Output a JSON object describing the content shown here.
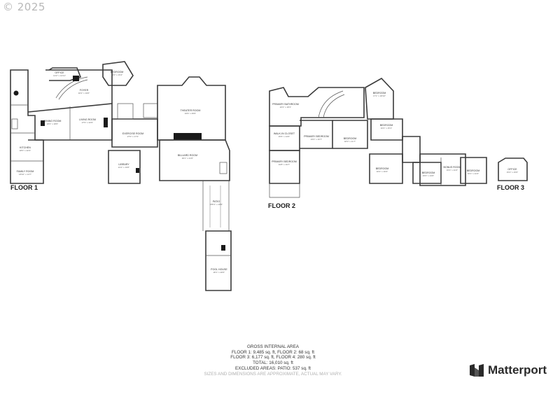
{
  "copyright": "© 2025",
  "floors": [
    {
      "label": "FLOOR 1"
    },
    {
      "label": "FLOOR 2"
    },
    {
      "label": "FLOOR 3"
    }
  ],
  "rooms": {
    "office_f1": {
      "name": "OFFICE",
      "dim": "14'2\" x 14'11\""
    },
    "bedroom_f1": {
      "name": "BEDROOM",
      "dim": "13'0\" x 15'4\""
    },
    "foyer": {
      "name": "FOYER",
      "dim": "16'2\" x 19'0\""
    },
    "living": {
      "name": "LIVING ROOM",
      "dim": "27'0\" x 22'0\""
    },
    "dining": {
      "name": "DINING ROOM",
      "dim": "18'4\" x 18'0\""
    },
    "kitchen": {
      "name": "KITCHEN",
      "dim": "18'0\" x 22'2\""
    },
    "family": {
      "name": "FAMILY ROOM",
      "dim": "18'10\" x 14'7\""
    },
    "exercise": {
      "name": "EXERCISE ROOM",
      "dim": "27'0\" x 17'2\""
    },
    "library": {
      "name": "LIBRARY",
      "dim": "21'2\" x 19'6\""
    },
    "theater": {
      "name": "THEATER ROOM",
      "dim": "34'9\" x 29'0\""
    },
    "billiard": {
      "name": "BILLIARD ROOM",
      "dim": "30'1\" x 21'0\""
    },
    "patio": {
      "name": "PATIO",
      "dim": "155'1\" x 16'9\""
    },
    "pool": {
      "name": "POOL HOUSE",
      "dim": "26'1\" x 20'0\""
    },
    "primary_bath": {
      "name": "PRIMARY BATHROOM",
      "dim": "22'2\" x 18'1\""
    },
    "walkin": {
      "name": "WALK-IN CLOSET",
      "dim": "15'6\" x 14'0\""
    },
    "primary_bed_a": {
      "name": "PRIMARY BEDROOM",
      "dim": "23'2\" x 16'7\""
    },
    "primary_bed_b": {
      "name": "PRIMARY BEDROOM",
      "dim": "19'8\" x 19'7\""
    },
    "bed_f2_1": {
      "name": "BEDROOM",
      "dim": "18'3\" x 11'7\""
    },
    "bed_f2_2": {
      "name": "BEDROOM",
      "dim": "17'1\" x 18'10\""
    },
    "bed_f2_3": {
      "name": "BEDROOM",
      "dim": "16'4\" x 15'1\""
    },
    "bed_f2_4": {
      "name": "BEDROOM",
      "dim": "16'2\" x 16'2\""
    },
    "bed_f2_5": {
      "name": "BEDROOM",
      "dim": "15'0\" x 13'0\""
    },
    "bonus": {
      "name": "BONUS ROOM",
      "dim": "15'4\" x 11'0\""
    },
    "bed_f2_6": {
      "name": "BEDROOM",
      "dim": "15'1\" x 11'0\""
    },
    "office_f3": {
      "name": "OFFICE",
      "dim": "15'2\" x 15'0\""
    }
  },
  "area": {
    "heading": "GROSS INTERNAL AREA",
    "line1": "FLOOR 1: 9,485 sq. ft, FLOOR 2: 68 sq. ft",
    "line2": "FLOOR 3: 6,177 sq. ft, FLOOR 4: 280 sq. ft",
    "line3": "TOTAL:  16,010 sq. ft",
    "line4": "EXCLUDED AREAS:  PATIO: 537 sq. ft",
    "disclaimer": "SIZES AND DIMENSIONS ARE APPROXIMATE, ACTUAL MAY VARY."
  },
  "brand": {
    "name": "Matterport",
    "color": "#2a2a2a"
  }
}
